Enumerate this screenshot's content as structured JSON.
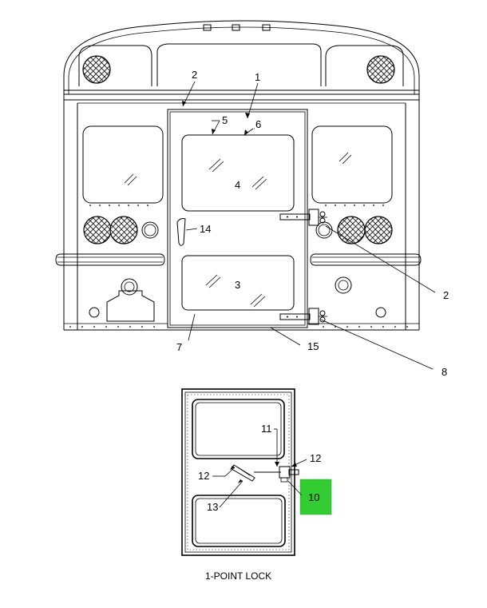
{
  "callouts_top": {
    "c1": "1",
    "c2a": "2",
    "c5": "5",
    "c6": "6",
    "c4": "4",
    "c14": "14",
    "c3": "3",
    "c2b": "2",
    "c7": "7",
    "c15": "15",
    "c8": "8"
  },
  "callouts_detail": {
    "c11": "11",
    "c12a": "12",
    "c12b": "12",
    "c13": "13",
    "c10": "10"
  },
  "caption": "1-POINT LOCK",
  "colors": {
    "line": "#000000",
    "highlight": "#33cc33",
    "background": "#ffffff"
  }
}
